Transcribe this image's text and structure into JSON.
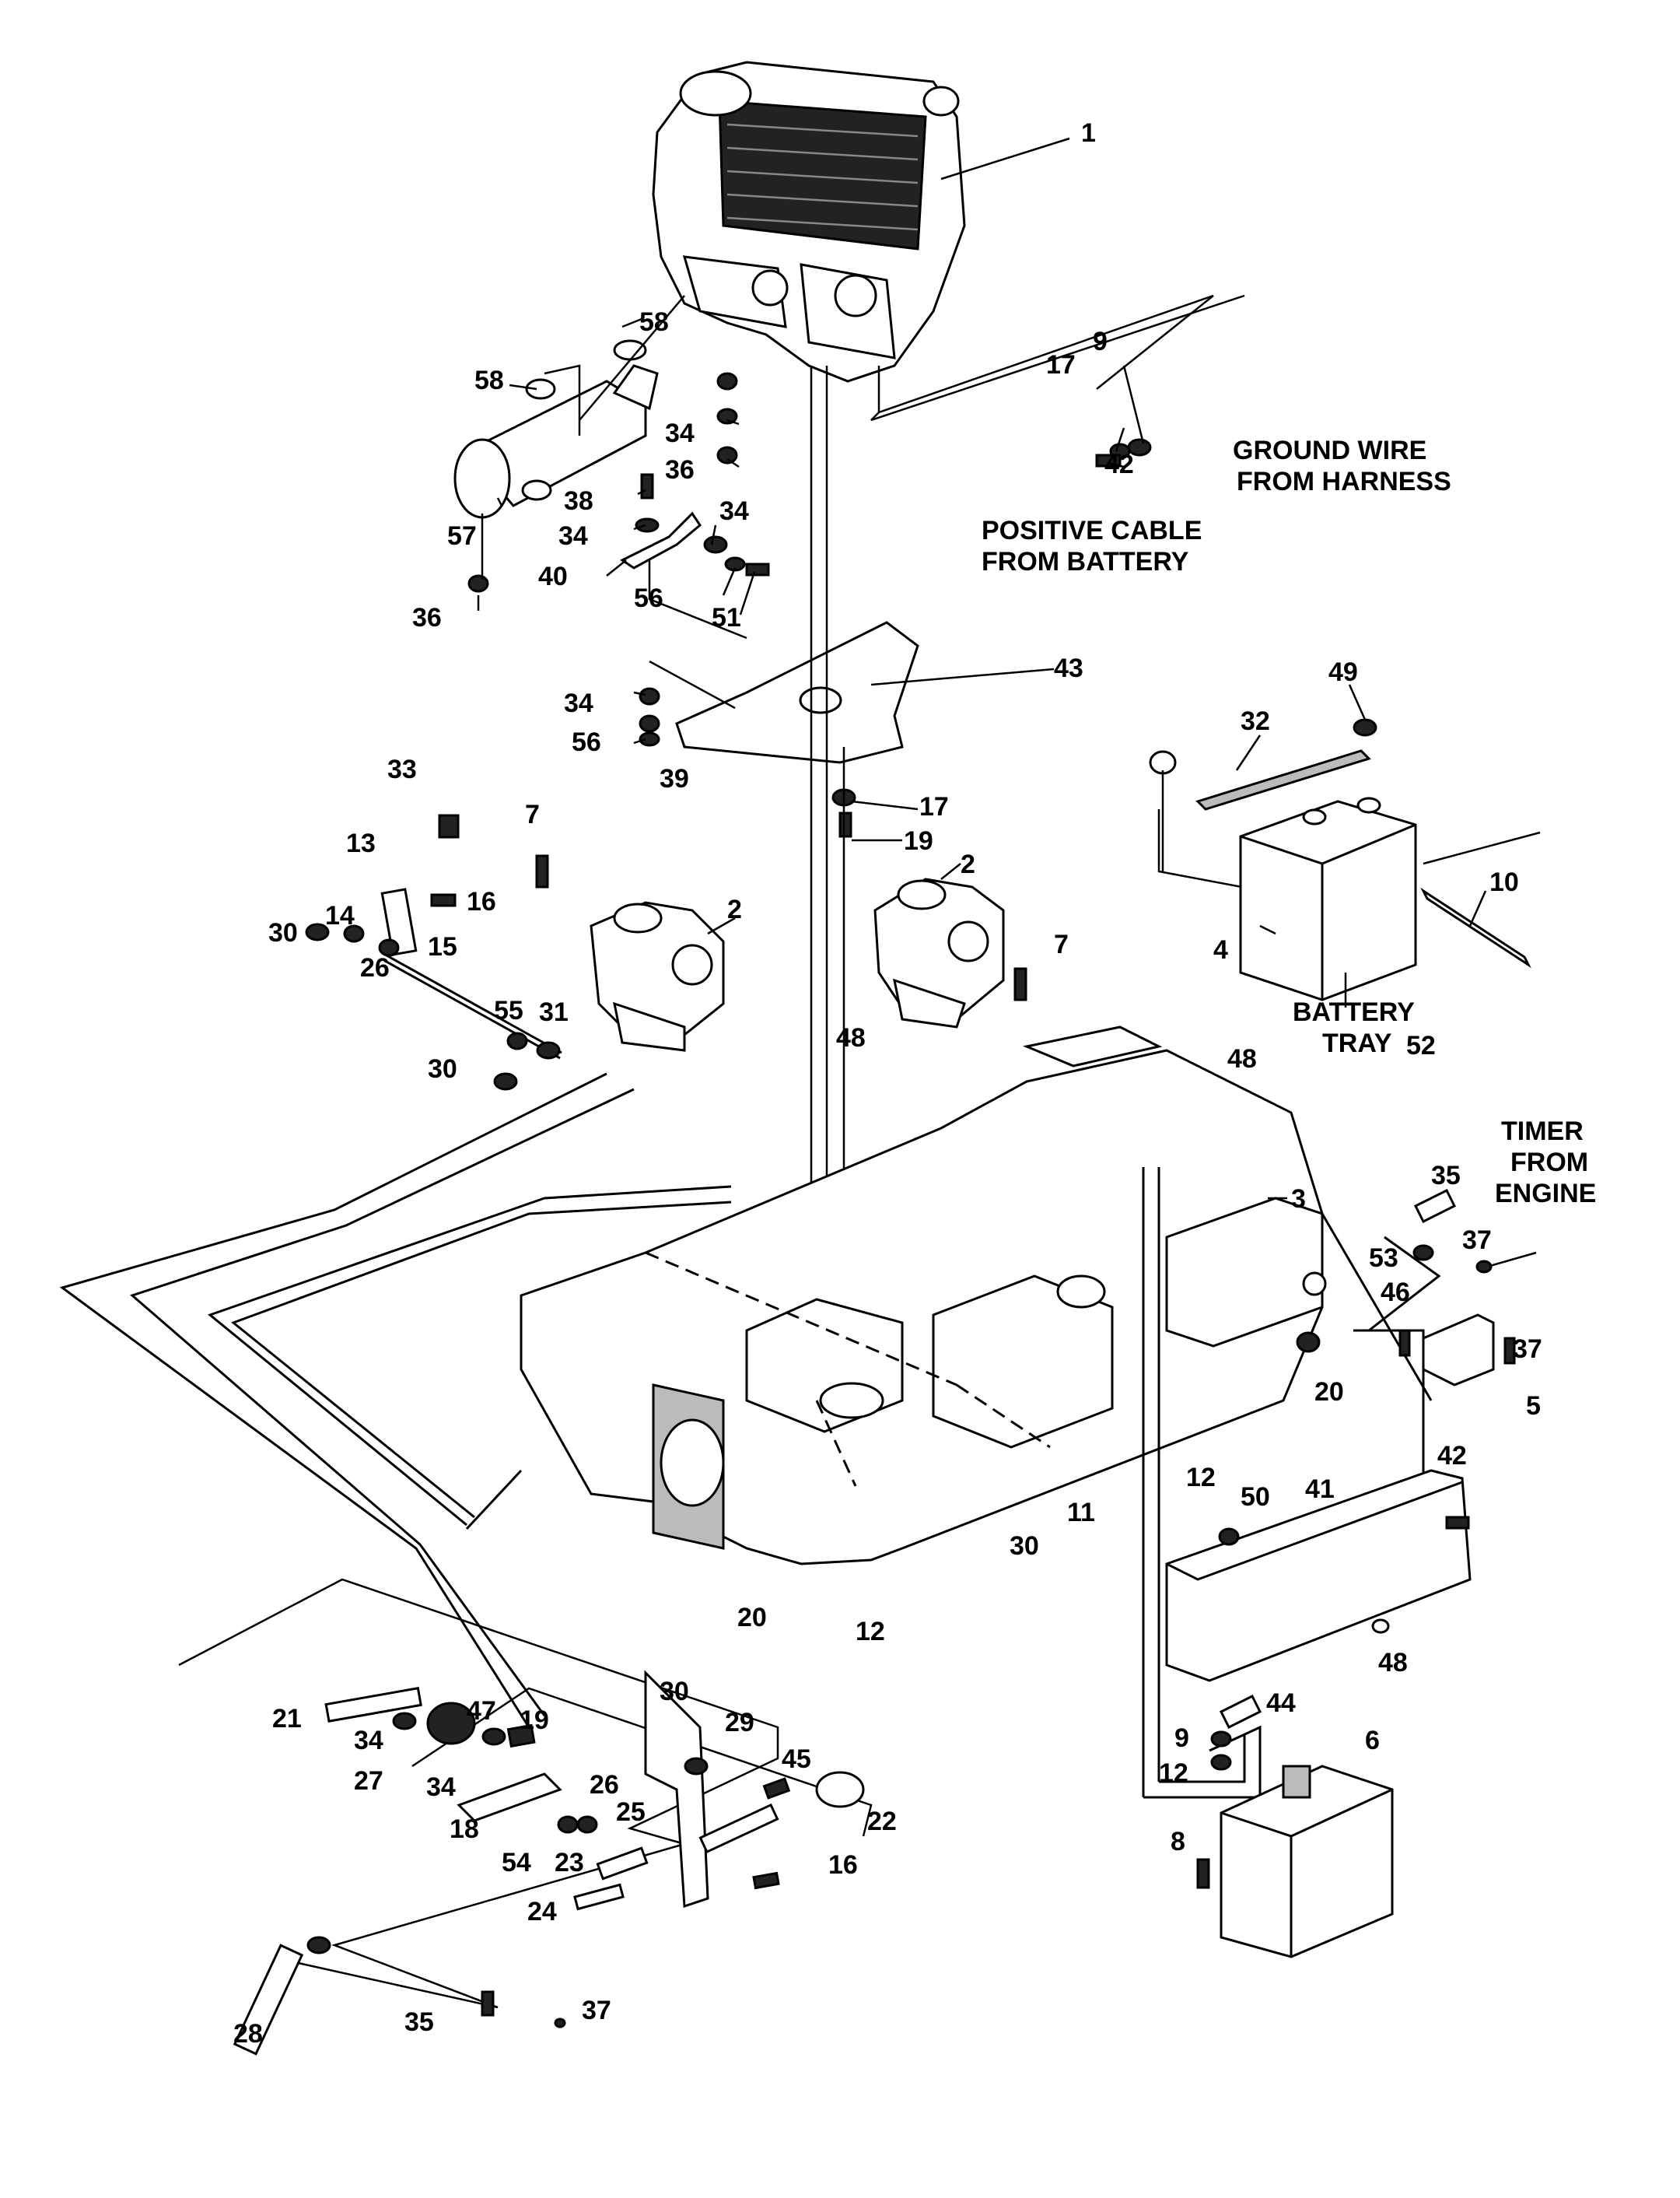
{
  "callouts": {
    "c1": "1",
    "c2a": "2",
    "c2b": "2",
    "c3": "3",
    "c4": "4",
    "c5": "5",
    "c6": "6",
    "c7a": "7",
    "c7b": "7",
    "c8": "8",
    "c9a": "9",
    "c9b": "9",
    "c10": "10",
    "c11": "11",
    "c12a": "12",
    "c12b": "12",
    "c12c": "12",
    "c13": "13",
    "c14": "14",
    "c15": "15",
    "c16a": "16",
    "c16b": "16",
    "c17a": "17",
    "c17b": "17",
    "c18": "18",
    "c19a": "19",
    "c19b": "19",
    "c20a": "20",
    "c20b": "20",
    "c21": "21",
    "c22": "22",
    "c23": "23",
    "c24": "24",
    "c25": "25",
    "c26a": "26",
    "c26b": "26",
    "c27": "27",
    "c28": "28",
    "c29": "29",
    "c30a": "30",
    "c30b": "30",
    "c30c": "30",
    "c30d": "30",
    "c31": "31",
    "c32": "32",
    "c33": "33",
    "c34a": "34",
    "c34b": "34",
    "c34c": "34",
    "c34d": "34",
    "c34e": "34",
    "c34f": "34",
    "c35a": "35",
    "c35b": "35",
    "c36a": "36",
    "c36b": "36",
    "c37a": "37",
    "c37b": "37",
    "c37c": "37",
    "c38": "38",
    "c39": "39",
    "c40": "40",
    "c41": "41",
    "c42a": "42",
    "c42b": "42",
    "c43": "43",
    "c44": "44",
    "c45": "45",
    "c46": "46",
    "c47": "47",
    "c48a": "48",
    "c48b": "48",
    "c48c": "48",
    "c49": "49",
    "c50": "50",
    "c51": "51",
    "c52": "52",
    "c53": "53",
    "c54": "54",
    "c55": "55",
    "c56a": "56",
    "c56b": "56",
    "c57": "57",
    "c58a": "58",
    "c58b": "58"
  },
  "notes": {
    "ground_wire_1": "GROUND WIRE",
    "ground_wire_2": "FROM HARNESS",
    "positive_cable_1": "POSITIVE CABLE",
    "positive_cable_2": "FROM BATTERY",
    "battery_tray_1": "BATTERY",
    "battery_tray_2": "TRAY",
    "timer_1": "TIMER",
    "timer_2": "FROM",
    "timer_3": "ENGINE"
  }
}
